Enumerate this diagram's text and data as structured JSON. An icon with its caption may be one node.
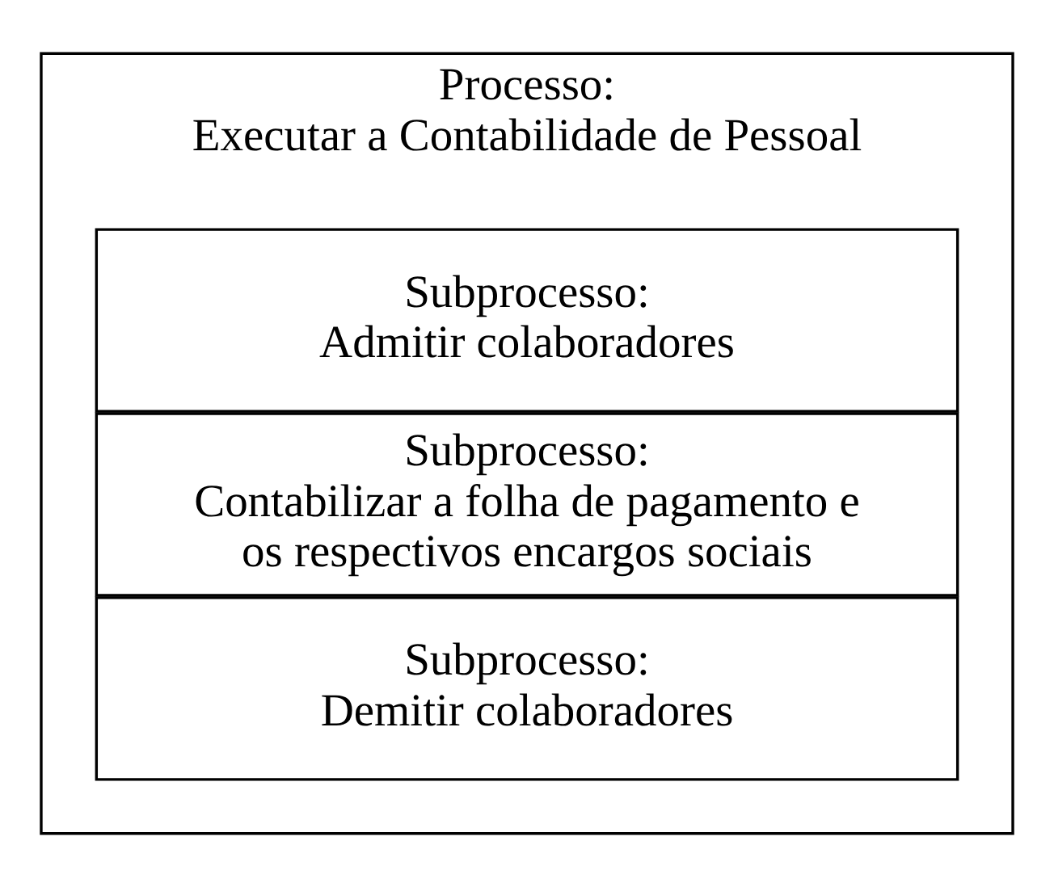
{
  "diagram": {
    "nodes": [
      {
        "text": [
          "Processo:",
          "Executar a Contabilidade de Pessoal"
        ]
      },
      {
        "text": [
          "Subprocesso:",
          "Admitir colaboradores"
        ],
        "in": 0
      },
      {
        "text": [
          "Subprocesso:",
          "Contabilizar a folha de pagamento e os respectivos encargos sociais"
        ],
        "in": 0
      },
      {
        "text": [
          "Subprocesso:",
          "Demitir colaboradores"
        ],
        "in": 0
      }
    ]
  }
}
